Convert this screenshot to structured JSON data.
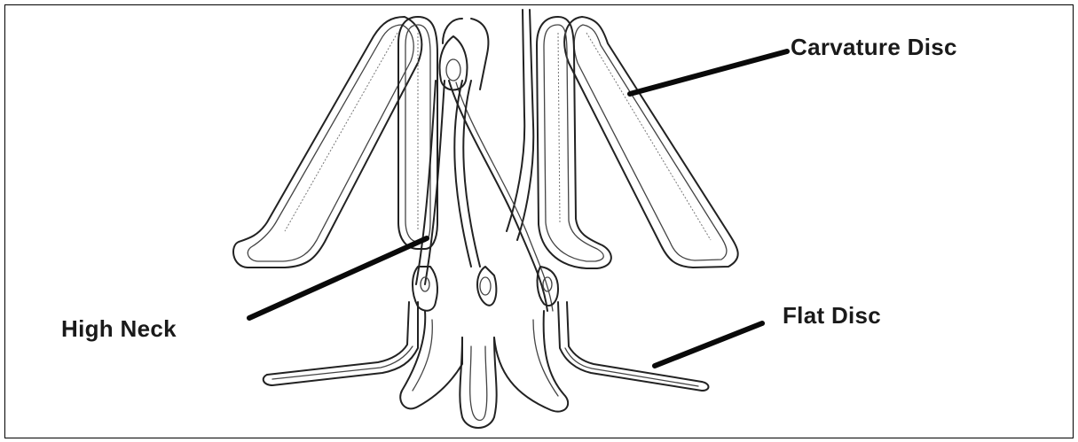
{
  "labels": {
    "carvature_disc": "Carvature Disc",
    "high_neck": "High Neck",
    "flat_disc": "Flat Disc"
  },
  "colors": {
    "stroke": "#222222",
    "leader": "#0a0a0a",
    "background": "#ffffff"
  }
}
